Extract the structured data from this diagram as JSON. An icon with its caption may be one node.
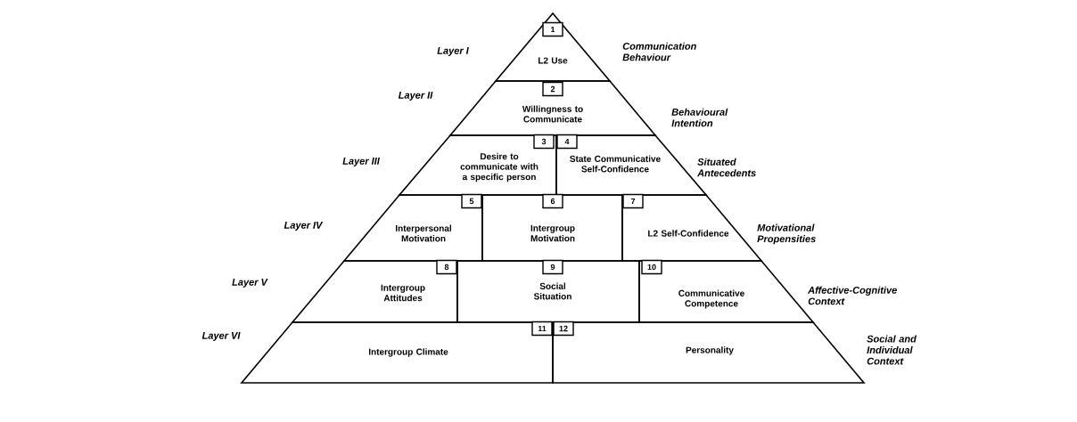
{
  "diagram": {
    "nodes": [
      {
        "text": [
          "1",
          "L2 Use"
        ]
      },
      {
        "text": [
          "2",
          "Willingness to Communicate"
        ]
      },
      {
        "text": [
          "3",
          "Desire to communicate with a specific person"
        ]
      },
      {
        "text": [
          "4",
          "State Communicative Self-Confidence"
        ]
      },
      {
        "text": [
          "5",
          "Interpersonal Motivation"
        ]
      },
      {
        "text": [
          "6",
          "Intergroup Motivation"
        ]
      },
      {
        "text": [
          "7",
          "L2 Self-Confidence"
        ]
      },
      {
        "text": [
          "8",
          "Intergroup Attitudes"
        ]
      },
      {
        "text": [
          "9",
          "Social Situation"
        ]
      },
      {
        "text": [
          "10",
          "Communicative Competence"
        ]
      },
      {
        "text": [
          "11",
          "Intergroup Climate"
        ]
      },
      {
        "text": [
          "12",
          "Personality"
        ]
      }
    ],
    "labels": [
      "Layer I",
      "Communication Behaviour",
      "Layer II",
      "Behavioural Intention",
      "Layer III",
      "Situated Antecedents",
      "Layer IV",
      "Motivational Propensities",
      "Layer V",
      "Affective-Cognitive Context",
      "Layer VI",
      "Social and Individual Context"
    ]
  }
}
